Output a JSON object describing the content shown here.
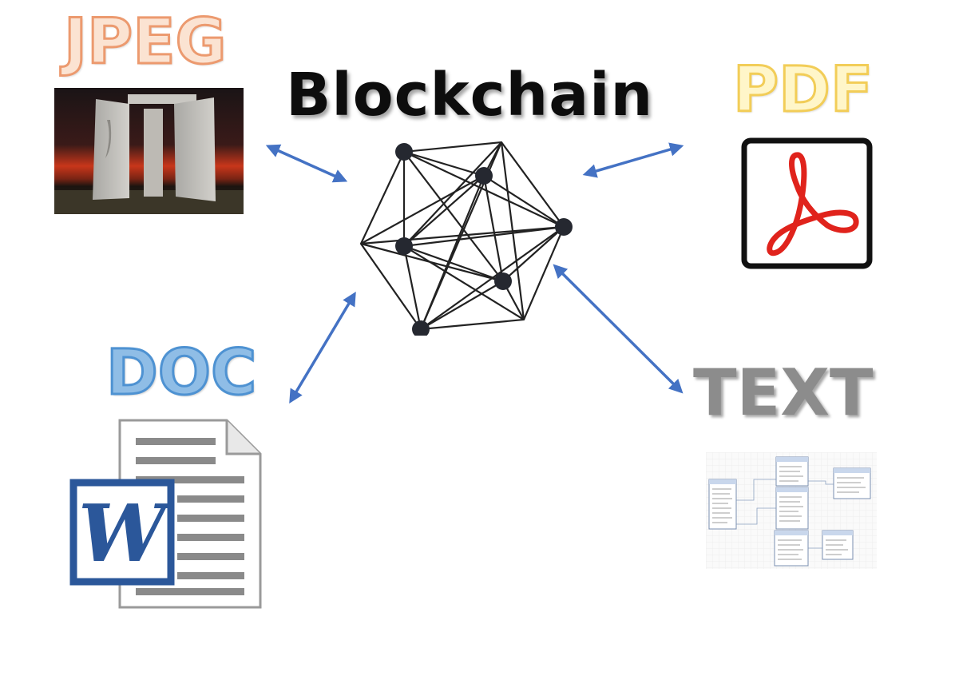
{
  "title": "Blockchain",
  "labels": {
    "jpeg": "JPEG",
    "pdf": "PDF",
    "doc": "DOC",
    "text": "TEXT"
  },
  "colors": {
    "arrow": "#4472c4",
    "jpeg_outline": "#ec9a6f",
    "pdf_outline": "#f2cd58",
    "doc_fill": "#4e92d2",
    "text_fill": "#8c8c8c",
    "pdf_logo": "#e0231c",
    "word_blue": "#2b579a"
  },
  "icons": [
    "blockchain-network-icon",
    "photo-thumbnail",
    "pdf-icon",
    "word-document-icon",
    "database-schema-thumbnail"
  ]
}
